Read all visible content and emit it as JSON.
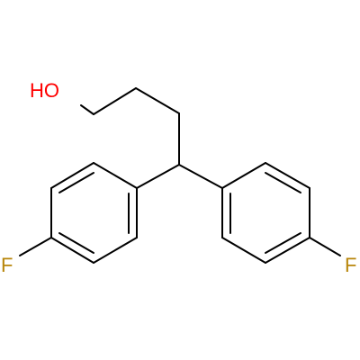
{
  "molecule": {
    "atoms": {
      "hydroxyl": {
        "label": "HO",
        "color": "#ff0000"
      },
      "fluorine_left": {
        "label": "F",
        "color": "#b8860b"
      },
      "fluorine_right": {
        "label": "F",
        "color": "#b8860b"
      }
    },
    "bond_color": "#000000"
  }
}
